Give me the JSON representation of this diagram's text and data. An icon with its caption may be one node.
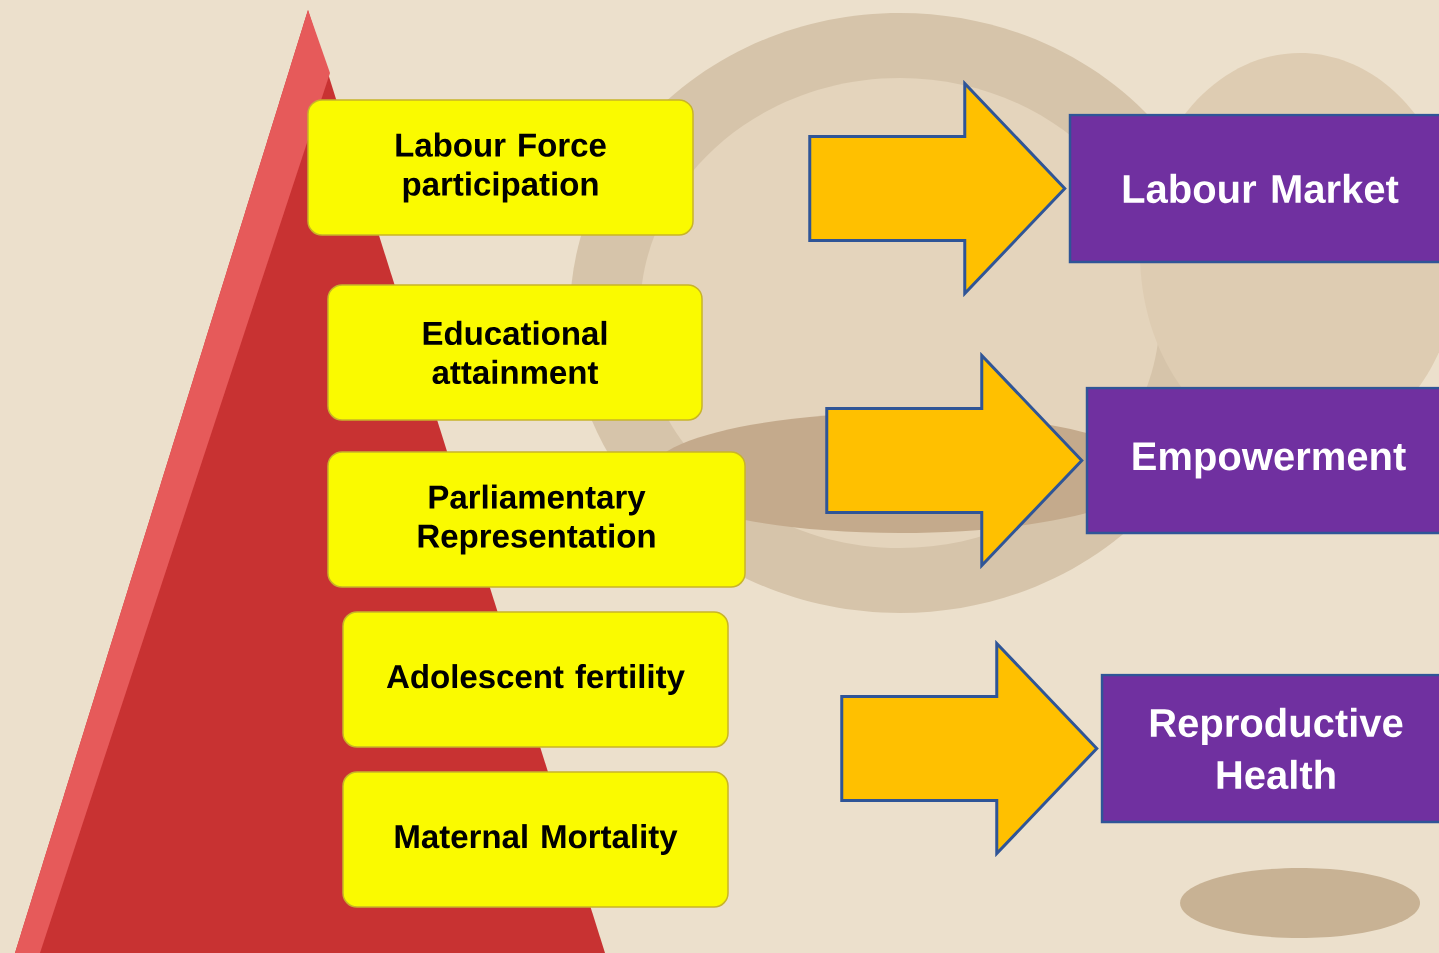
{
  "diagram": {
    "nodes": [
      {
        "text": [
          "Labour Force participation"
        ]
      },
      {
        "text": [
          "Educational attainment"
        ]
      },
      {
        "text": [
          "Parliamentary Representation"
        ]
      },
      {
        "text": [
          "Adolescent fertility"
        ]
      },
      {
        "text": [
          "Maternal Mortality"
        ]
      },
      {
        "text": [
          "Labour Market"
        ]
      },
      {
        "text": [
          "Empowerment"
        ]
      },
      {
        "text": [
          "Reproductive Health"
        ]
      }
    ],
    "edges": [
      {
        "from": null,
        "to": 5,
        "arrow": "to"
      },
      {
        "from": null,
        "to": 6,
        "arrow": "to"
      },
      {
        "from": null,
        "to": 7,
        "arrow": "to"
      }
    ]
  }
}
